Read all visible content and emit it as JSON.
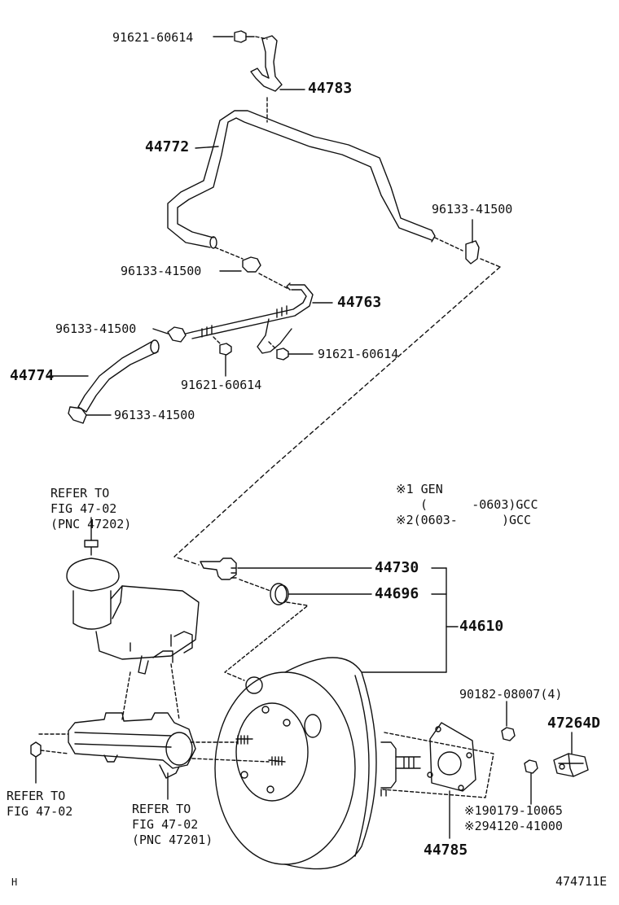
{
  "labels": {
    "p91621_a": "91621-60614",
    "p44783": "44783",
    "p44772": "44772",
    "p96133_a": "96133-41500",
    "p96133_b": "96133-41500",
    "p44763": "44763",
    "p96133_c": "96133-41500",
    "p91621_b": "91621-60614",
    "p44774": "44774",
    "p91621_c": "91621-60614",
    "p96133_d": "96133-41500",
    "p44730": "44730",
    "p44696": "44696",
    "p44610": "44610",
    "p90182": "90182-08007(4)",
    "p47264D": "47264D",
    "p19017": "※190179-10065",
    "p29412": "※294120-41000",
    "p44785": "44785"
  },
  "refs": {
    "ref1_l1": "REFER TO",
    "ref1_l2": "FIG 47-02",
    "ref1_l3": "(PNC 47202)",
    "ref2_l1": "REFER TO",
    "ref2_l2": "FIG 47-02",
    "ref3_l1": "REFER TO",
    "ref3_l2": "FIG 47-02",
    "ref3_l3": "(PNC 47201)"
  },
  "notes": {
    "n1": "※1 GEN",
    "n2": "(      -0603)GCC",
    "n3": "※2(0603-      )GCC"
  },
  "footer": {
    "left": "H",
    "right": "474711E"
  }
}
